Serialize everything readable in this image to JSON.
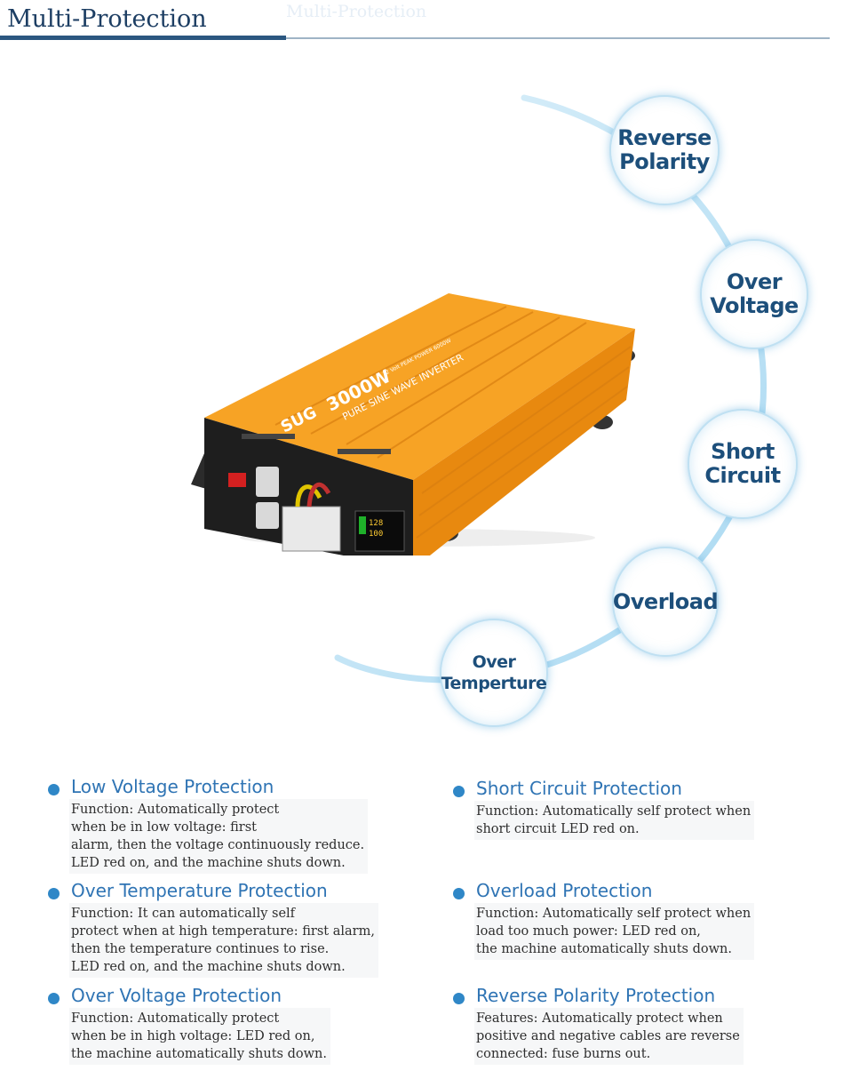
{
  "header": {
    "title": "Multi-Protection",
    "ghost_title": "Multi-Protection"
  },
  "product": {
    "brand": "SUG",
    "model": "3000W",
    "line1": "PURE SINE WAVE INVERTER",
    "line2": "12 Volt  PEAK POWER 6000W",
    "display_top": "128",
    "display_bottom": "100"
  },
  "bubbles": [
    {
      "label": "Reverse\nPolarity"
    },
    {
      "label": "Over\nVoltage"
    },
    {
      "label": "Short\nCircuit"
    },
    {
      "label": "Overload"
    },
    {
      "label": "Over\nTemperture"
    }
  ],
  "features": [
    {
      "title": "Low Voltage Protection",
      "lines": [
        "Function: Automatically protect",
        "when be in low voltage: first",
        "alarm, then the voltage continuously reduce.",
        "LED red on, and the machine shuts down."
      ]
    },
    {
      "title": "Short Circuit Protection",
      "lines": [
        "Function: Automatically self protect when",
        "short circuit LED red on."
      ]
    },
    {
      "title": "Over Temperature Protection",
      "lines": [
        "Function: It can automatically self",
        "protect when at high temperature: first alarm,",
        "then the temperature continues to rise.",
        "LED red on, and the machine shuts down."
      ]
    },
    {
      "title": "Overload Protection",
      "lines": [
        "Function: Automatically self protect when",
        "load too much power: LED red on,",
        "the machine automatically shuts down."
      ]
    },
    {
      "title": "Over Voltage Protection",
      "lines": [
        "Function: Automatically protect",
        "when be in high voltage: LED red on,",
        "the machine automatically shuts down."
      ]
    },
    {
      "title": "Reverse Polarity Protection",
      "lines": [
        "Features: Automatically protect when",
        "positive and negative cables are reverse",
        "connected: fuse burns out."
      ]
    }
  ],
  "colors": {
    "accent": "#2f74b4",
    "header_text": "#1d3e63",
    "inverter_orange": "#f59a1c"
  }
}
